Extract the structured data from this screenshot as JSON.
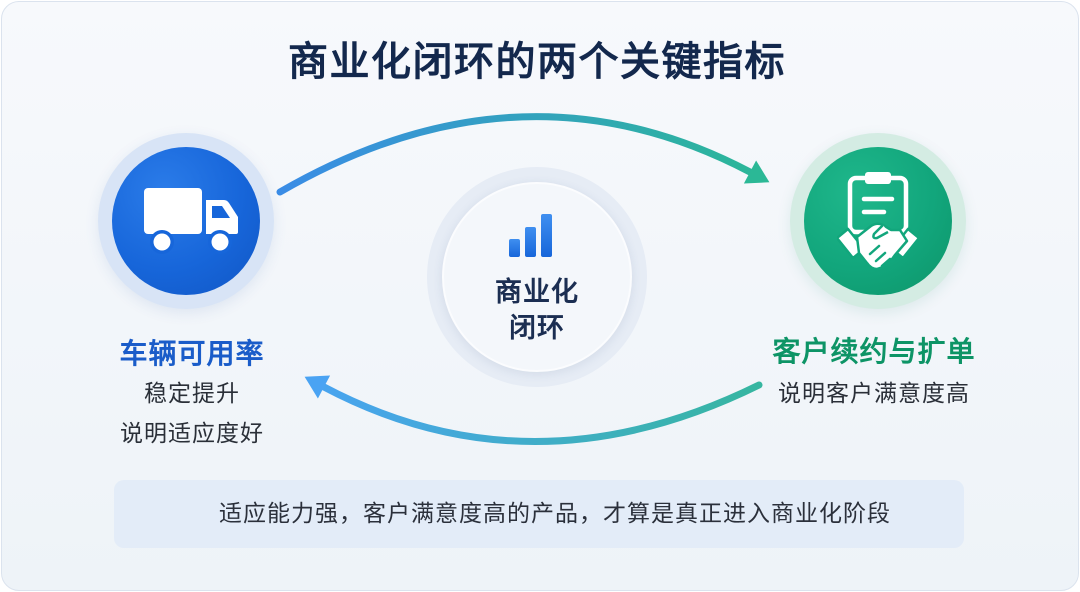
{
  "title": "商业化闭环的两个关键指标",
  "colors": {
    "blue": "#1766da",
    "green": "#12a67c",
    "title": "#13284d"
  },
  "left_metric": {
    "icon": "truck-icon",
    "label": "车辆可用率",
    "lines": [
      "稳定提升",
      "说明适应度好"
    ]
  },
  "center": {
    "icon": "bar-chart-icon",
    "lines": [
      "商业化",
      "闭环"
    ]
  },
  "right_metric": {
    "icon": "handshake-contract-icon",
    "label": "客户续约与扩单",
    "lines": [
      "说明客户满意度高"
    ]
  },
  "footer": {
    "text": "适应能力强，客户满意度高的产品，才算是真正进入商业化阶段"
  }
}
